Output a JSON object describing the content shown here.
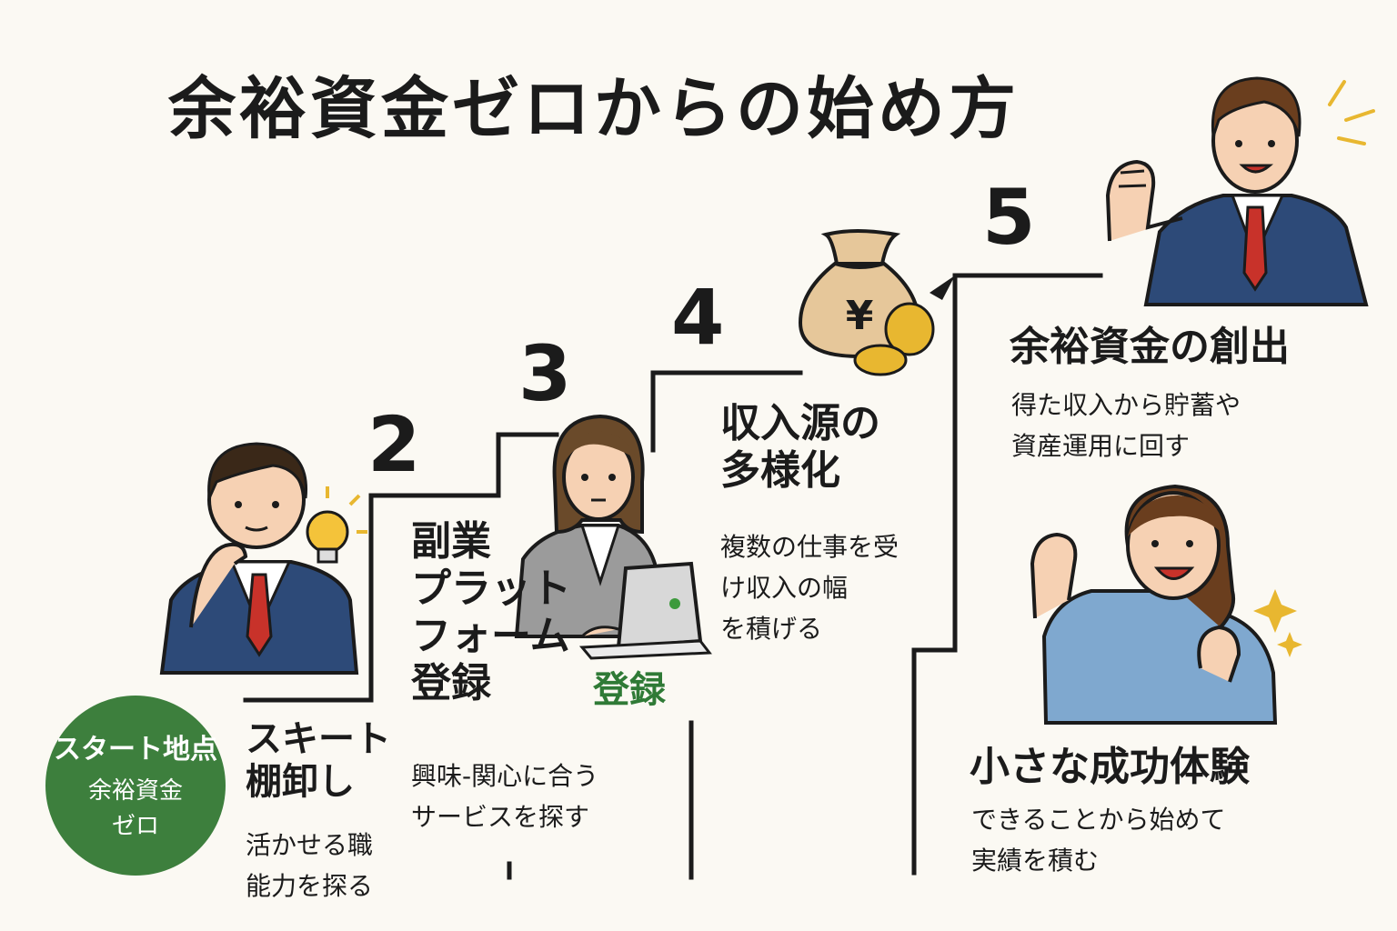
{
  "title": "余裕資金ゼロからの始め方",
  "start": {
    "line1": "スタート地点",
    "line2": "余裕資金",
    "line3": "ゼロ"
  },
  "steps": [
    {
      "number": "",
      "heading": "スキート\n棚卸し",
      "desc": "活かせる職\n能力を探る"
    },
    {
      "number": "2",
      "heading": "副業\nプラット\nフォーム\n登録",
      "desc": "興味-関心に合う\nサービスを探す",
      "tag": "登録"
    },
    {
      "number": "3"
    },
    {
      "number": "4",
      "heading": "収入源の\n多様化",
      "desc": "複数の仕事を受\nけ収入の幅\nを積げる"
    },
    {
      "number": "5",
      "heading": "余裕資金の創出",
      "desc": "得た収入から貯蓄や\n資産運用に回す"
    }
  ],
  "bonus": {
    "heading": "小さな成功体験",
    "desc": "できることから始めて\n実績を積む"
  },
  "money_symbol": "¥",
  "icons": [
    "lightbulb-icon",
    "money-bag-icon",
    "coin-icon",
    "laptop-icon",
    "sparkle-icon"
  ],
  "colors": {
    "background": "#fbf9f3",
    "green": "#3d7f3d",
    "suit": "#2d4a78",
    "tie": "#c8322a",
    "gold": "#e8b730"
  }
}
